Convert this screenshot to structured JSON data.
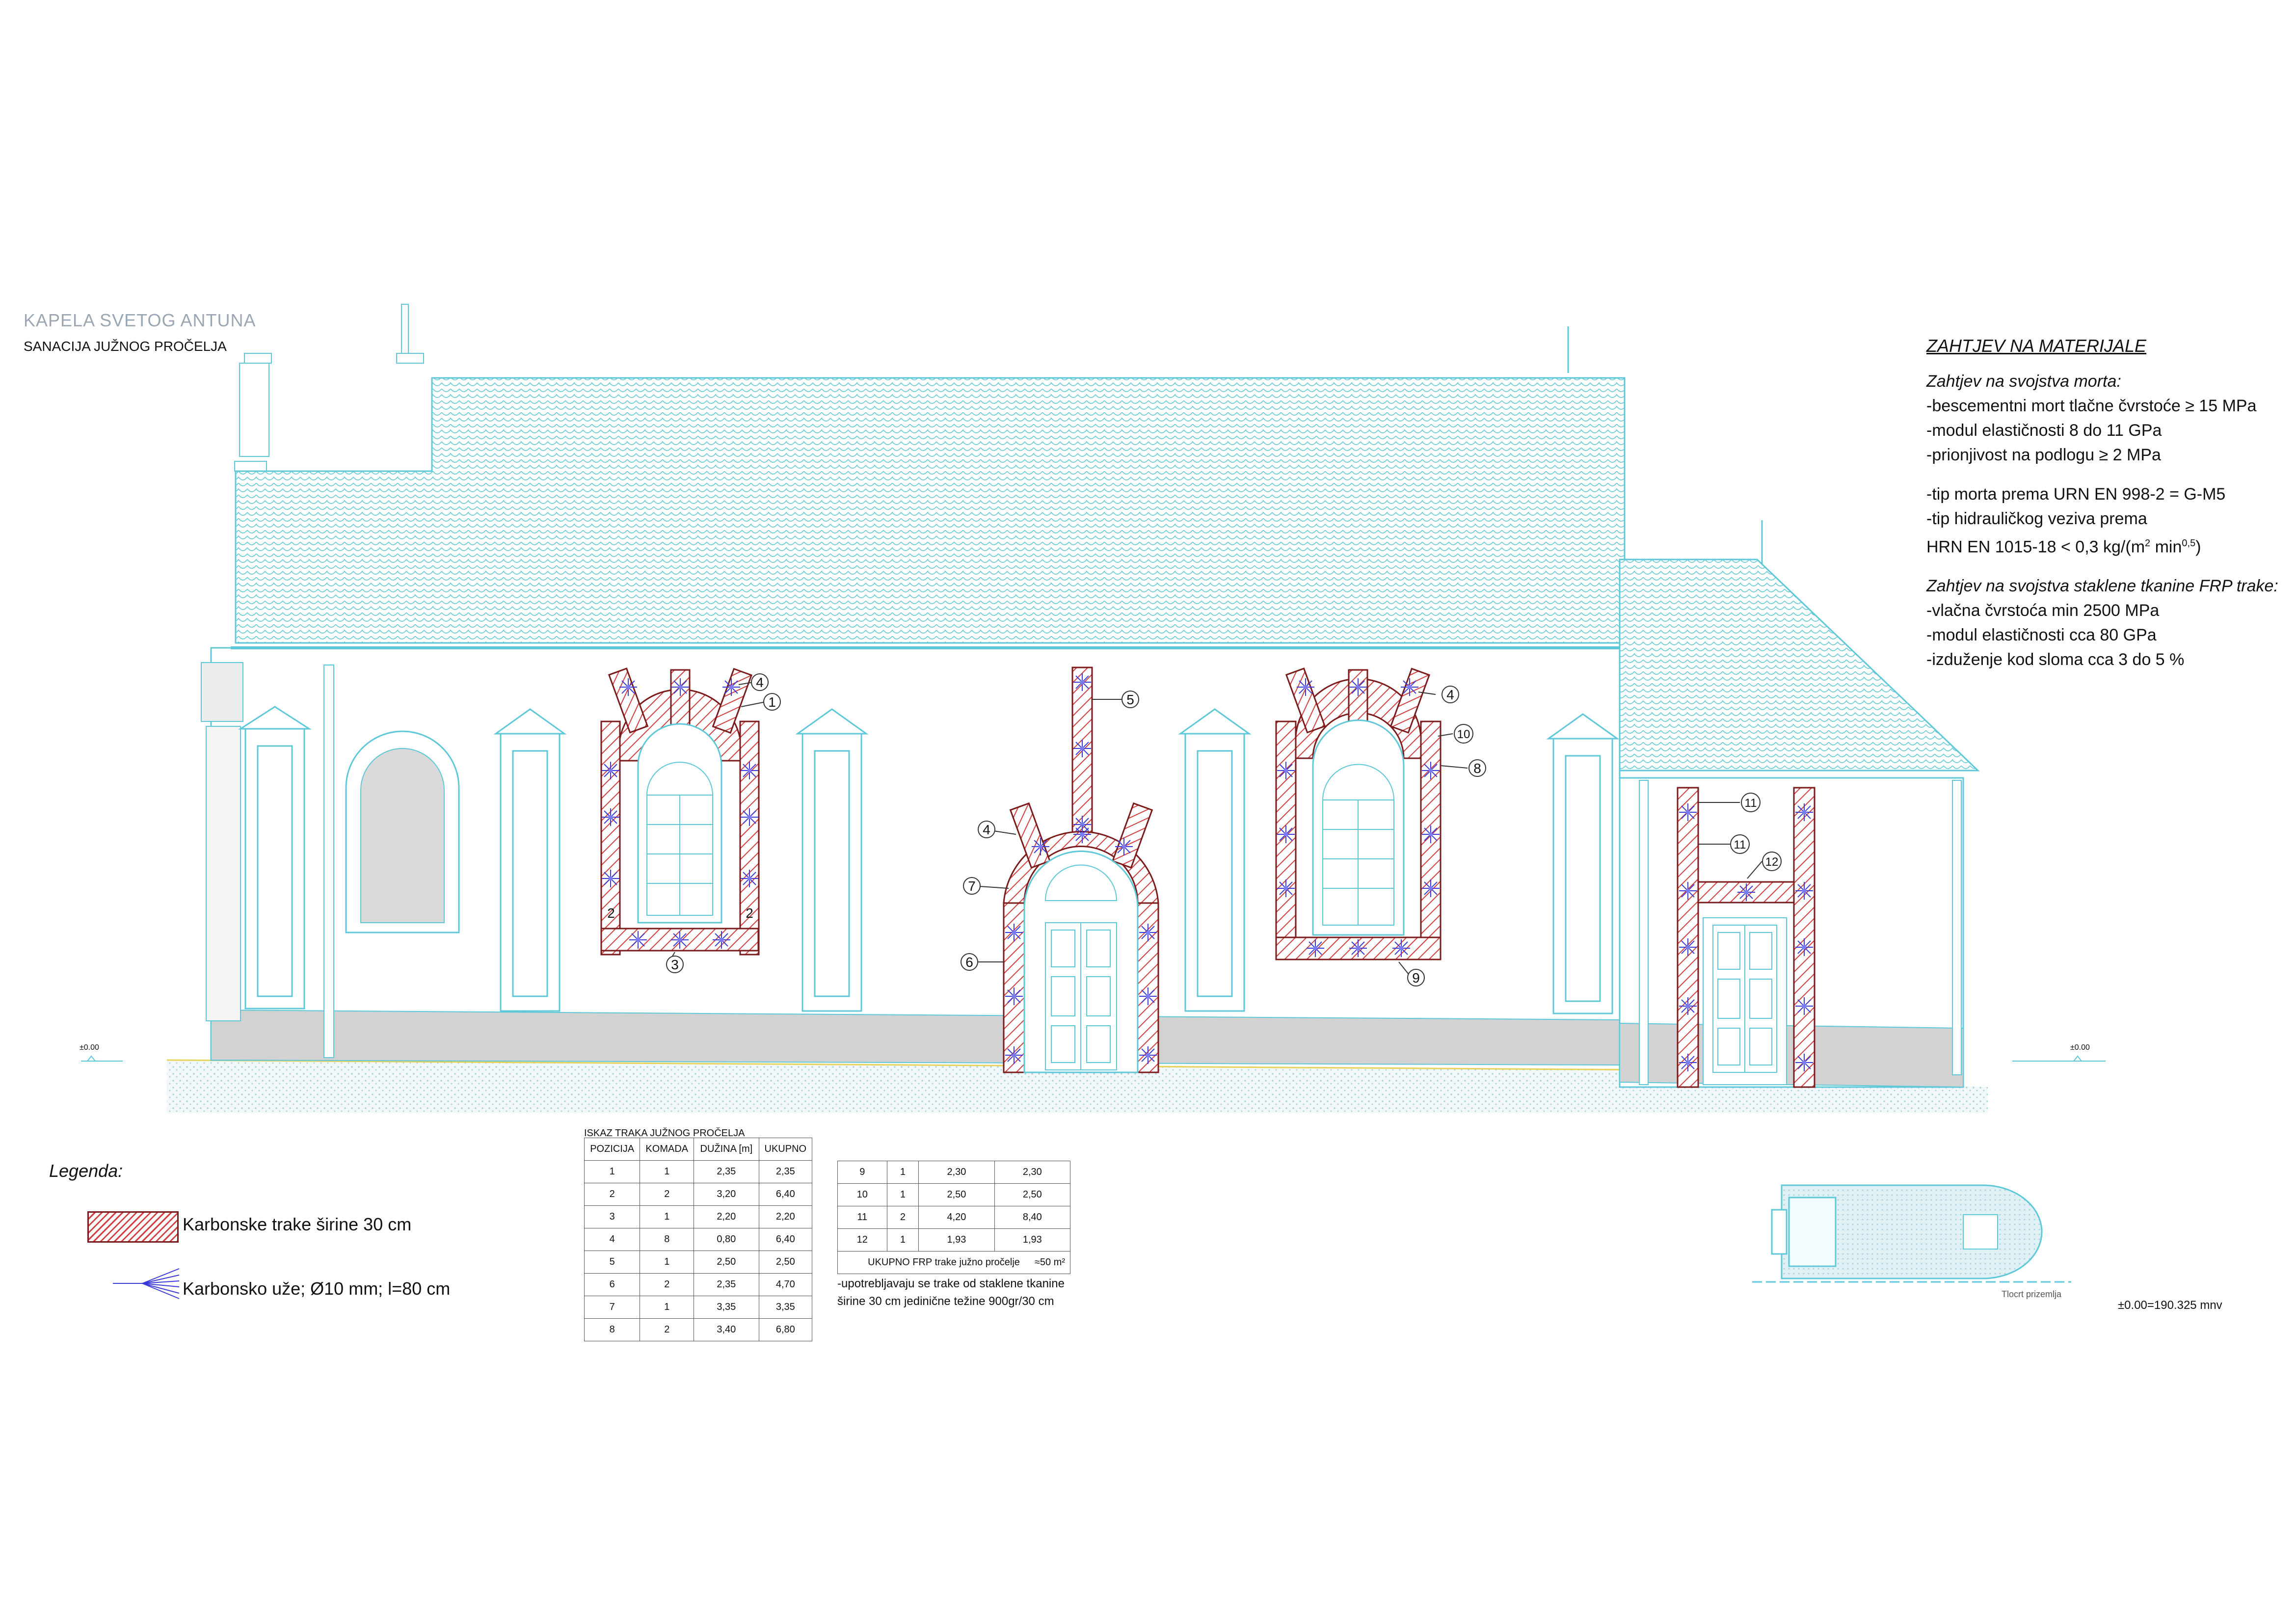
{
  "header": {
    "title": "KAPELA SVETOG ANTUNA",
    "subtitle": "SANACIJA JUŽNOG PROČELJA"
  },
  "requirements": {
    "heading": "ZAHTJEV NA MATERIJALE",
    "mortar_heading": "Zahtjev na svojstva morta:",
    "mortar_items": [
      "-bescementni mort tlačne čvrstoće ≥ 15 MPa",
      "-modul elastičnosti 8 do 11 GPa",
      "-prionjivost na podlogu ≥ 2 MPa"
    ],
    "type_items": [
      "-tip morta prema URN EN 998-2 = G-M5",
      "-tip hidrauličkog veziva prema"
    ],
    "hrn_prefix": "HRN EN 1015-18 < 0,3 kg/(m",
    "hrn_sup1": "2",
    "hrn_mid": " min",
    "hrn_sup2": "0,5",
    "hrn_suffix": ")",
    "frp_heading": "Zahtjev na svojstva staklene tkanine FRP trake:",
    "frp_items": [
      "-vlačna čvrstoća min 2500 MPa",
      "-modul elastičnosti cca 80 GPa",
      "-izduženje kod sloma cca 3 do 5 %"
    ]
  },
  "legend": {
    "title": "Legenda:",
    "strip_label": "Karbonske trake širine 30 cm",
    "rope_label": "Karbonsko uže; Ø10 mm; l=80 cm"
  },
  "strip_table": {
    "caption": "ISKAZ TRAKA JUŽNOG PROČELJA",
    "headers": [
      "POZICIJA",
      "KOMADA",
      "DUŽINA [m]",
      "UKUPNO"
    ],
    "rows_a": [
      [
        "1",
        "1",
        "2,35",
        "2,35"
      ],
      [
        "2",
        "2",
        "3,20",
        "6,40"
      ],
      [
        "3",
        "1",
        "2,20",
        "2,20"
      ],
      [
        "4",
        "8",
        "0,80",
        "6,40"
      ],
      [
        "5",
        "1",
        "2,50",
        "2,50"
      ],
      [
        "6",
        "2",
        "2,35",
        "4,70"
      ],
      [
        "7",
        "1",
        "3,35",
        "3,35"
      ],
      [
        "8",
        "2",
        "3,40",
        "6,80"
      ]
    ],
    "rows_b": [
      [
        "9",
        "1",
        "2,30",
        "2,30"
      ],
      [
        "10",
        "1",
        "2,50",
        "2,50"
      ],
      [
        "11",
        "2",
        "4,20",
        "8,40"
      ],
      [
        "12",
        "1",
        "1,93",
        "1,93"
      ]
    ],
    "total_label": "UKUPNO FRP trake južno pročelje",
    "total_value": "≈50 m²",
    "note_line1": "-upotrebljavaju se trake od staklene tkanine",
    "note_line2": "širine 30 cm jedinične težine 900gr/30 cm"
  },
  "plan": {
    "label": "Tlocrt prizemlja",
    "elevation": "±0.00=190.325 mnv"
  },
  "levels": {
    "left": "±0.00",
    "right": "±0.00"
  },
  "markers": [
    "1",
    "2",
    "3",
    "4",
    "5",
    "6",
    "7",
    "8",
    "9",
    "10",
    "11",
    "12"
  ],
  "colors": {
    "line": "#5fc8d8",
    "strip": "#d04040",
    "strip_border": "#7a1a1a",
    "rope": "#3a3ad8",
    "plinth": "#d2d2d2",
    "ground": "#e8f2f4"
  }
}
